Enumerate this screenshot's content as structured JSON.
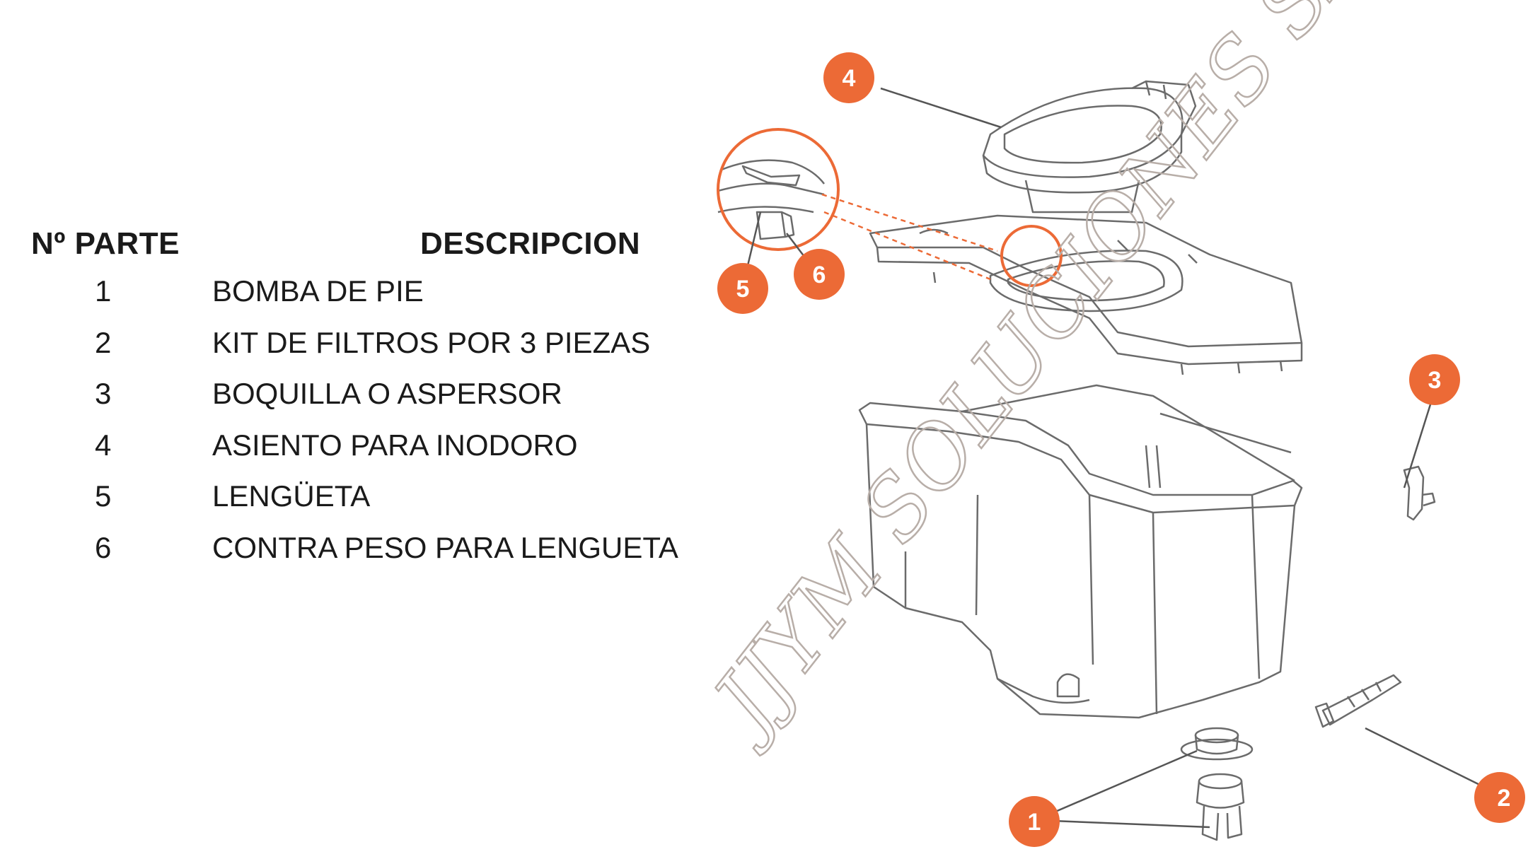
{
  "table": {
    "header": {
      "number": "Nº PARTE",
      "description": "DESCRIPCION"
    },
    "rows": [
      {
        "number": "1",
        "description": "BOMBA DE PIE"
      },
      {
        "number": "2",
        "description": "KIT DE FILTROS POR 3 PIEZAS"
      },
      {
        "number": "3",
        "description": "BOQUILLA O ASPERSOR"
      },
      {
        "number": "4",
        "description": "ASIENTO PARA INODORO"
      },
      {
        "number": "5",
        "description": "LENGÜETA"
      },
      {
        "number": "6",
        "description": "CONTRA PESO PARA LENGUETA"
      }
    ]
  },
  "diagram": {
    "callouts": [
      "1",
      "2",
      "3",
      "4",
      "5",
      "6"
    ],
    "watermark": "JJYM SOLUCIONES SAS",
    "colors": {
      "callout": "#ec6a36",
      "line": "#555555",
      "outline": "#6b6b6b"
    }
  }
}
